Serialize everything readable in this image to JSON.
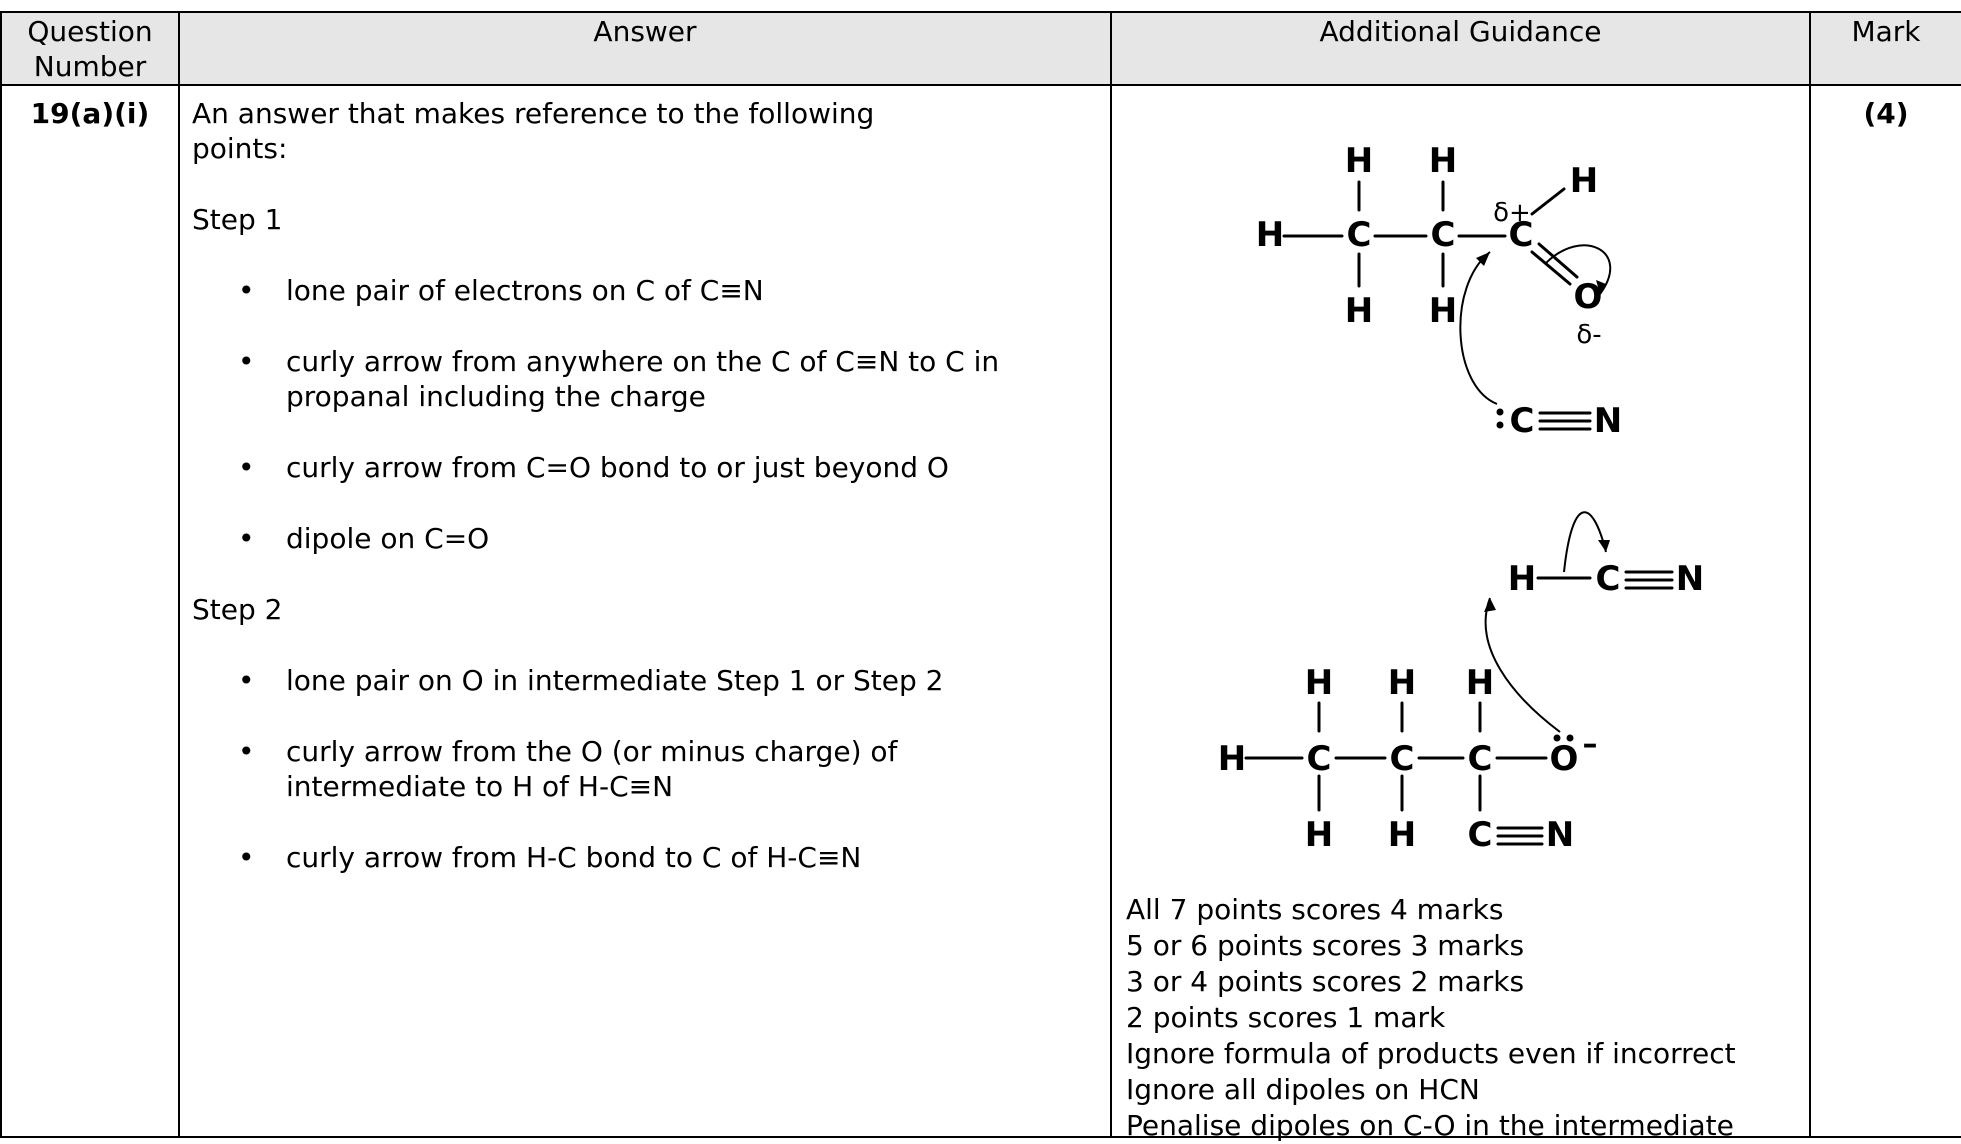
{
  "headers": {
    "question_number": "Question Number",
    "answer": "Answer",
    "additional_guidance": "Additional Guidance",
    "mark": "Mark"
  },
  "row": {
    "question_number": "19(a)(i)",
    "mark": "(4)",
    "answer": {
      "intro": "An answer that makes reference to the following points:",
      "step1_label": "Step 1",
      "step1_points": [
        "lone pair of electrons on C of C≡N",
        "curly arrow from anywhere on the C of C≡N to C in propanal including the charge",
        "curly arrow from C=O bond to or just beyond O",
        "dipole on C=O"
      ],
      "step2_label": "Step 2",
      "step2_points": [
        "lone pair on O in intermediate Step 1 or Step 2",
        "curly arrow from the O (or minus charge) of intermediate to H of H-C≡N",
        "curly arrow from H-C bond to C of H-C≡N"
      ]
    },
    "guidance": {
      "lines": [
        "All 7 points scores 4 marks",
        "5 or 6 points scores 3 marks",
        "3 or 4 points scores 2 marks",
        "2 points scores 1 mark",
        "Ignore formula of products even if incorrect",
        "Ignore all dipoles on HCN",
        "Penalise dipoles on C-O in the intermediate"
      ],
      "diagram1": {
        "h_label": "H",
        "c_label": "C",
        "o_label": "O",
        "delta_plus": "δ+",
        "delta_minus": "δ-",
        "cyanide_c": "C",
        "cyanide_n": "N"
      },
      "diagram2": {
        "h_label": "H",
        "c_label": "C",
        "n_label": "N",
        "o_label": "O",
        "minus_sign": "–"
      }
    }
  }
}
